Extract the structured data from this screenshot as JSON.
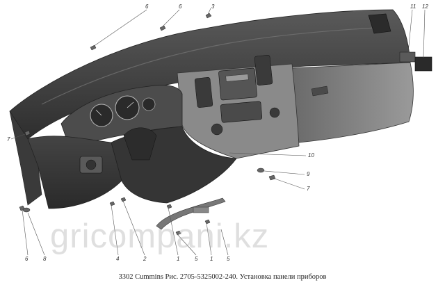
{
  "callouts": [
    "6",
    "6",
    "3",
    "11",
    "12",
    "7",
    "10",
    "9",
    "7",
    "6",
    "8",
    "4",
    "2",
    "1",
    "5",
    "1",
    "5"
  ],
  "watermark": "gricompani.kz",
  "caption": "3302 Cummins Рис. 2705-5325002-240. Установка панели приборов",
  "colors": {
    "panel_dark": "#3b3b3b",
    "panel_mid": "#6d6d6d",
    "panel_light": "#a9a9a9",
    "background": "#ffffff",
    "text": "#222222"
  }
}
